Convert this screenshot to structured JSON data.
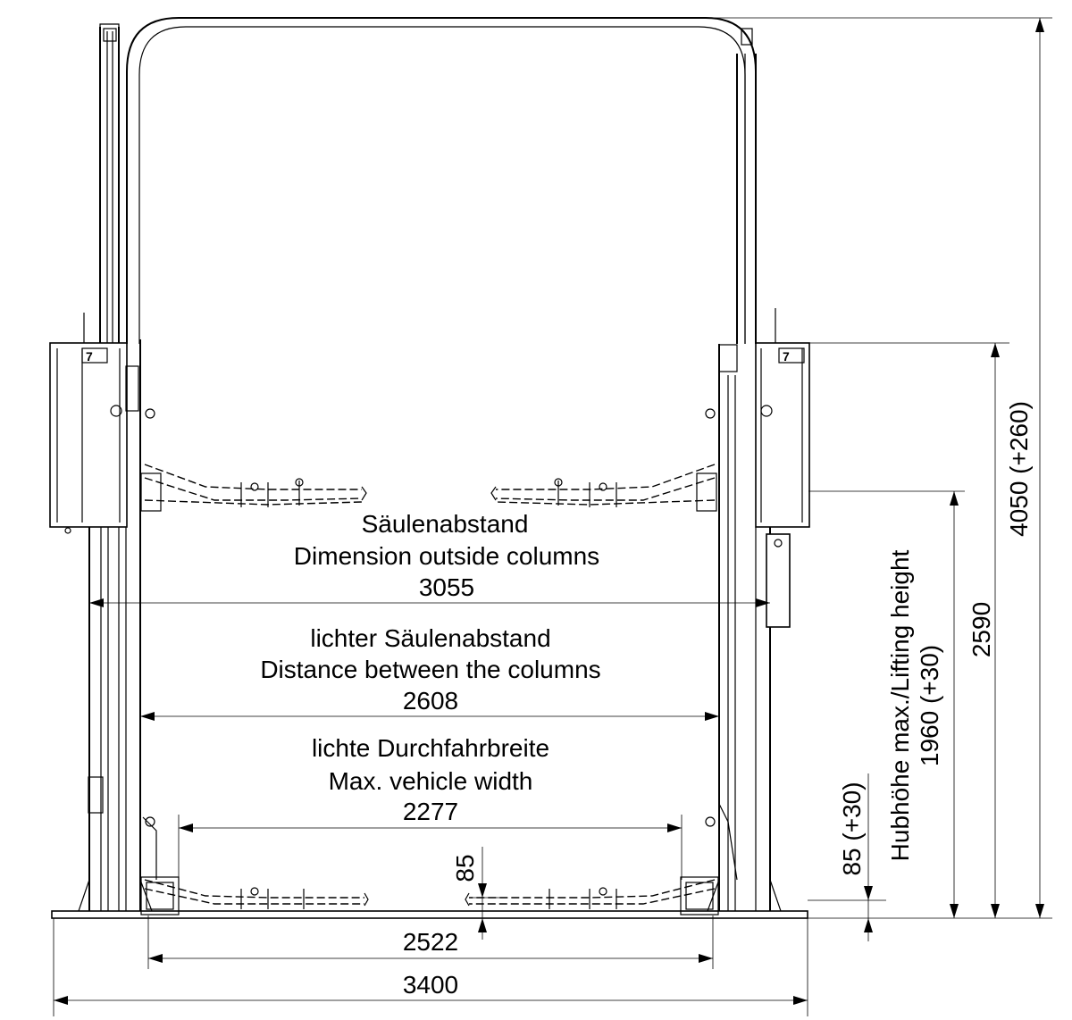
{
  "labels": {
    "column_spacing_de": "Säulenabstand",
    "column_spacing_en": "Dimension outside columns",
    "column_spacing_value": "3055",
    "clear_spacing_de": "lichter Säulenabstand",
    "clear_spacing_en": "Distance between the columns",
    "clear_spacing_value": "2608",
    "drive_width_de": "lichte Durchfahrbreite",
    "drive_width_en": "Max. vehicle width",
    "drive_width_value": "2277",
    "base_inner_value": "2522",
    "base_outer_value": "3400",
    "arm_height_value": "85",
    "min_height_value": "85 (+30)",
    "lifting_height_label": "Hubhöhe max./Lifting height",
    "lifting_height_value": "1960 (+30)",
    "column_height_value": "2590",
    "total_height_value": "4050 (+260)"
  },
  "logo_text": "7"
}
